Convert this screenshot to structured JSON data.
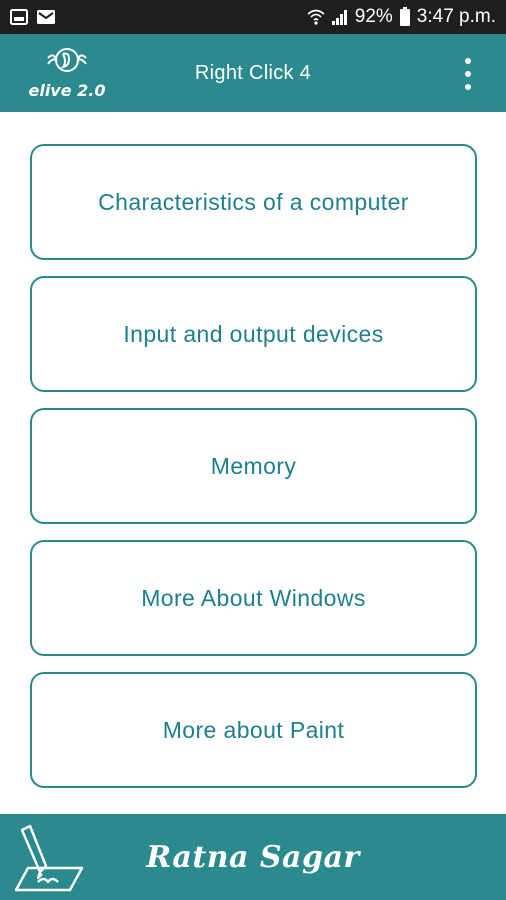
{
  "status_bar": {
    "battery_percent": "92%",
    "time": "3:47 p.m.",
    "icons": [
      "image-notification-icon",
      "mail-icon",
      "wifi-icon",
      "signal-icon",
      "battery-icon"
    ]
  },
  "app_bar": {
    "logo_text": "elive 2.0",
    "title": "Right Click 4",
    "menu_icon": "more-vert-icon"
  },
  "topics": [
    {
      "label": "Characteristics of a computer"
    },
    {
      "label": "Input and output devices"
    },
    {
      "label": "Memory"
    },
    {
      "label": "More About Windows"
    },
    {
      "label": "More about Paint"
    }
  ],
  "footer": {
    "brand": "Ratna Sagar",
    "icon": "pen-writing-icon"
  },
  "colors": {
    "teal": "#2a8a8d",
    "status_bar": "#1f1f1f",
    "button_text": "#1e7f8d",
    "background": "#ffffff"
  }
}
